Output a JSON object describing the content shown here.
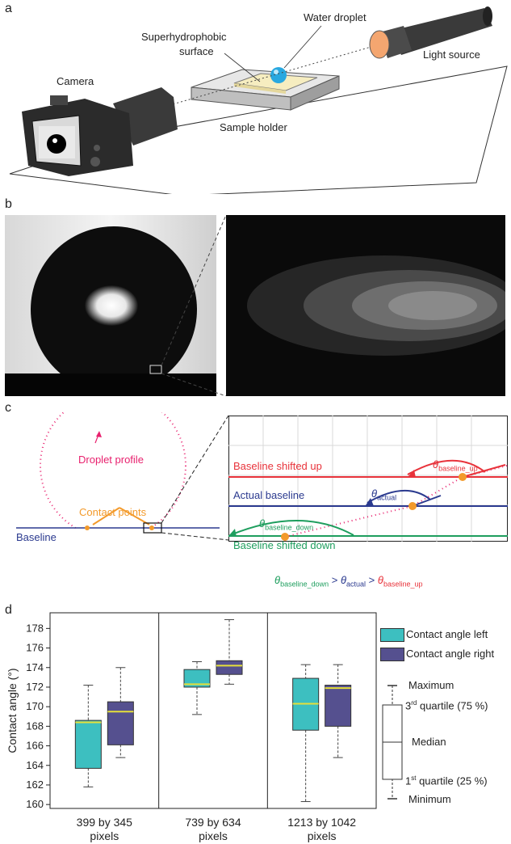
{
  "panel_a": {
    "letter": "a",
    "labels": {
      "water_droplet": "Water droplet",
      "superhydrophobic_1": "Superhydrophobic",
      "superhydrophobic_2": "surface",
      "camera": "Camera",
      "light_source": "Light source",
      "sample_holder": "Sample holder"
    }
  },
  "panel_b": {
    "letter": "b"
  },
  "panel_c": {
    "letter": "c",
    "labels": {
      "droplet_profile": "Droplet profile",
      "contact_points": "Contact points",
      "baseline": "Baseline",
      "baseline_shifted_up": "Baseline shifted up",
      "actual_baseline": "Actual baseline",
      "baseline_shifted_down": "Baseline shifted down",
      "theta": "θ",
      "sub_up": "baseline_up",
      "sub_actual": "actual",
      "sub_down": "baseline_down",
      "gt": ">"
    },
    "colors": {
      "up": "#e8333b",
      "actual": "#2b3a8f",
      "down": "#1e9e5e",
      "profile": "#e8216e",
      "contact": "#f39a2b"
    }
  },
  "panel_d": {
    "letter": "d",
    "legend": {
      "left": "Contact angle left",
      "right": "Contact angle right",
      "maximum": "Maximum",
      "q3": "3",
      "q3_sup": "rd",
      "q3_rest": " quartile (75 %)",
      "median": "Median",
      "q1": "1",
      "q1_sup": "st",
      "q1_rest": " quartile (25 %)",
      "minimum": "Minimum"
    },
    "colors": {
      "left": "#3dbfc0",
      "right": "#55508f",
      "median": "#e6df3a"
    }
  },
  "chart_data": {
    "type": "box",
    "ylabel": "Contact angle (°)",
    "ylim": [
      159.6,
      179.6
    ],
    "yticks": [
      160,
      162,
      164,
      166,
      168,
      170,
      172,
      174,
      176,
      178
    ],
    "categories": [
      "399 by 345\npixels",
      "739 by 634\npixels",
      "1213 by 1042\npixels"
    ],
    "series": [
      {
        "name": "Contact angle left",
        "boxes": [
          {
            "min": 161.8,
            "q1": 163.7,
            "median": 168.4,
            "q3": 168.6,
            "max": 172.2
          },
          {
            "min": 169.2,
            "q1": 172.0,
            "median": 172.3,
            "q3": 173.8,
            "max": 174.6
          },
          {
            "min": 160.3,
            "q1": 167.6,
            "median": 170.3,
            "q3": 172.9,
            "max": 174.3
          }
        ]
      },
      {
        "name": "Contact angle right",
        "boxes": [
          {
            "min": 164.8,
            "q1": 166.1,
            "median": 169.5,
            "q3": 170.5,
            "max": 174.0
          },
          {
            "min": 172.3,
            "q1": 173.3,
            "median": 174.2,
            "q3": 174.7,
            "max": 178.9
          },
          {
            "min": 164.8,
            "q1": 168.0,
            "median": 171.9,
            "q3": 172.2,
            "max": 174.3
          }
        ]
      }
    ]
  }
}
